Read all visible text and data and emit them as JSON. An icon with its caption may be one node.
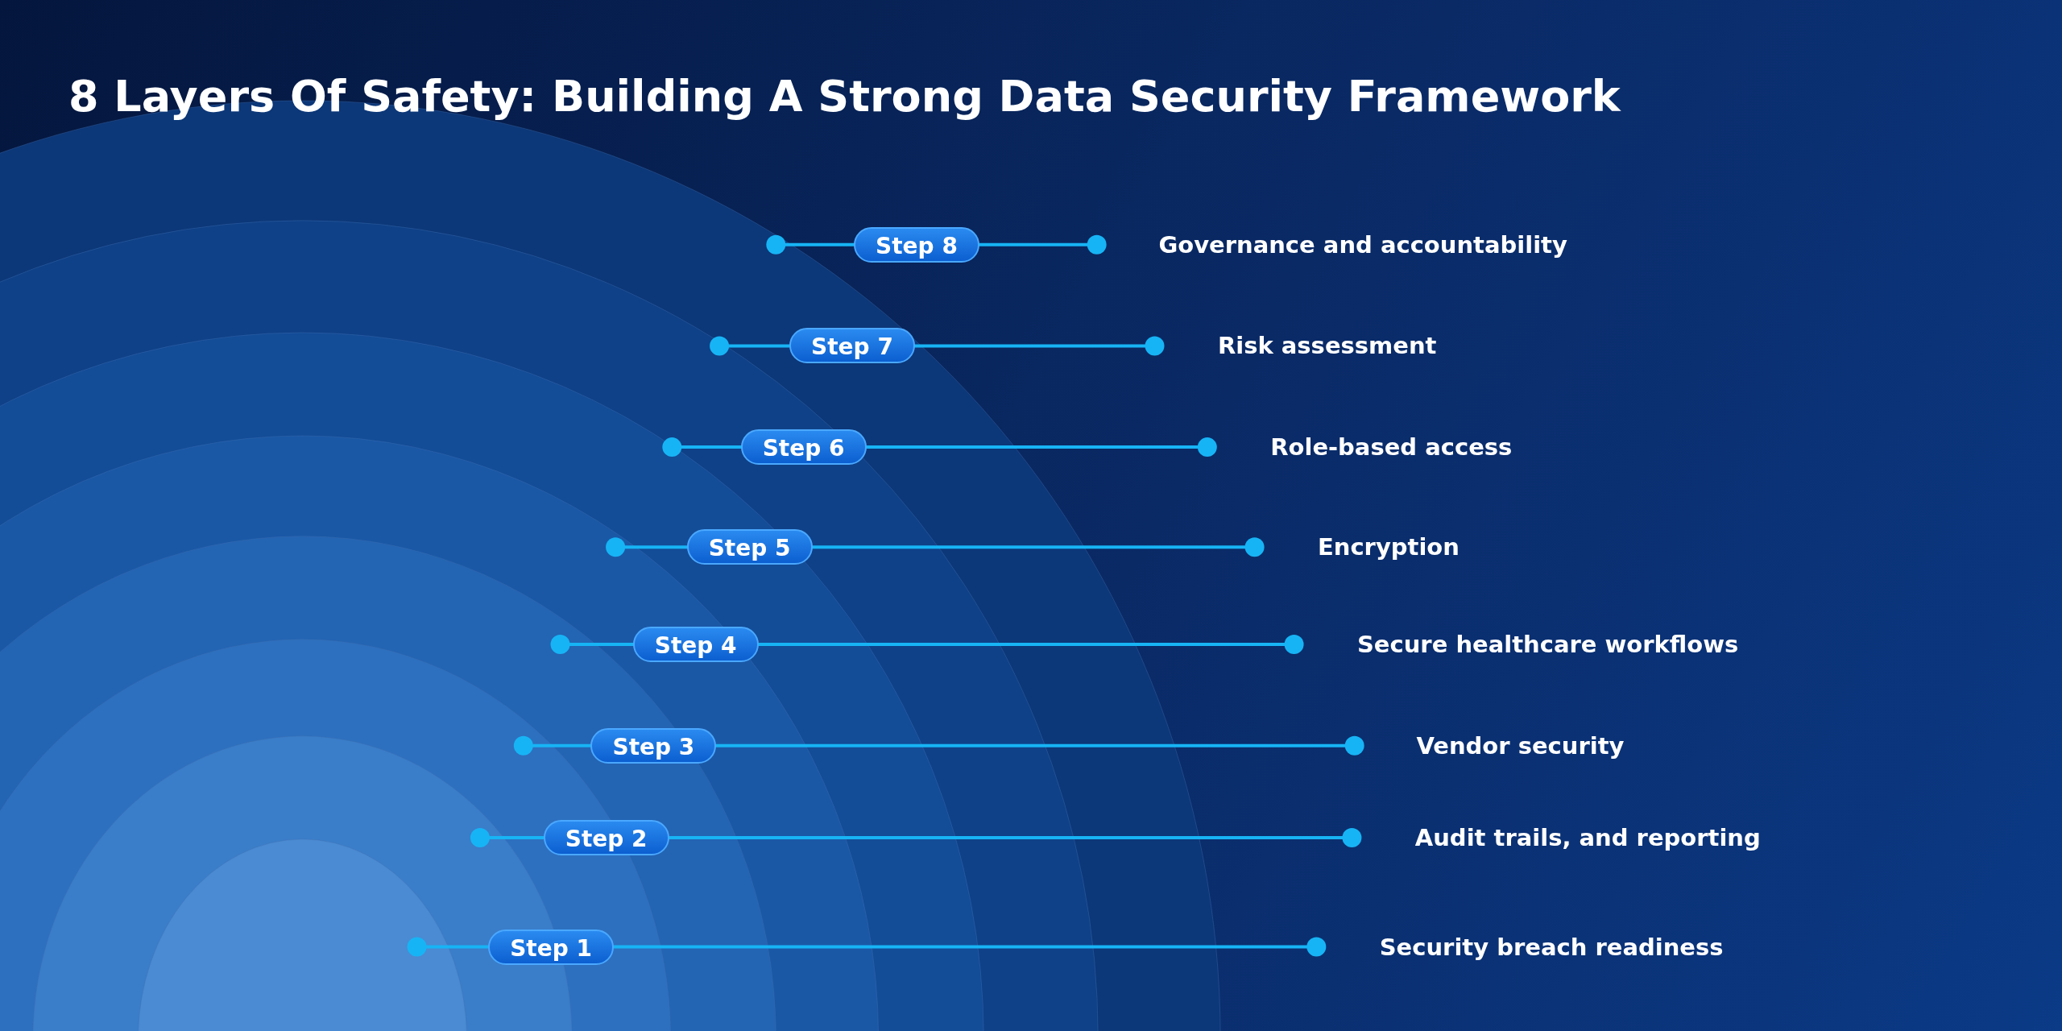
{
  "diagram": {
    "title": "8 Layers Of Safety: Building A Strong Data Security Framework",
    "nodes": [
      {
        "text": [
          "Step 8"
        ]
      },
      {
        "text": [
          "Step 7"
        ]
      },
      {
        "text": [
          "Step 6"
        ]
      },
      {
        "text": [
          "Step 5"
        ]
      },
      {
        "text": [
          "Step 4"
        ]
      },
      {
        "text": [
          "Step 3"
        ]
      },
      {
        "text": [
          "Step 2"
        ]
      },
      {
        "text": [
          "Step 1"
        ]
      }
    ],
    "labels": [
      "Governance and accountability",
      "Risk assessment",
      "Role-based access",
      "Encryption",
      "Secure healthcare workflows",
      "Vendor security",
      "Audit trails, and reporting",
      "Security breach readiness"
    ]
  }
}
